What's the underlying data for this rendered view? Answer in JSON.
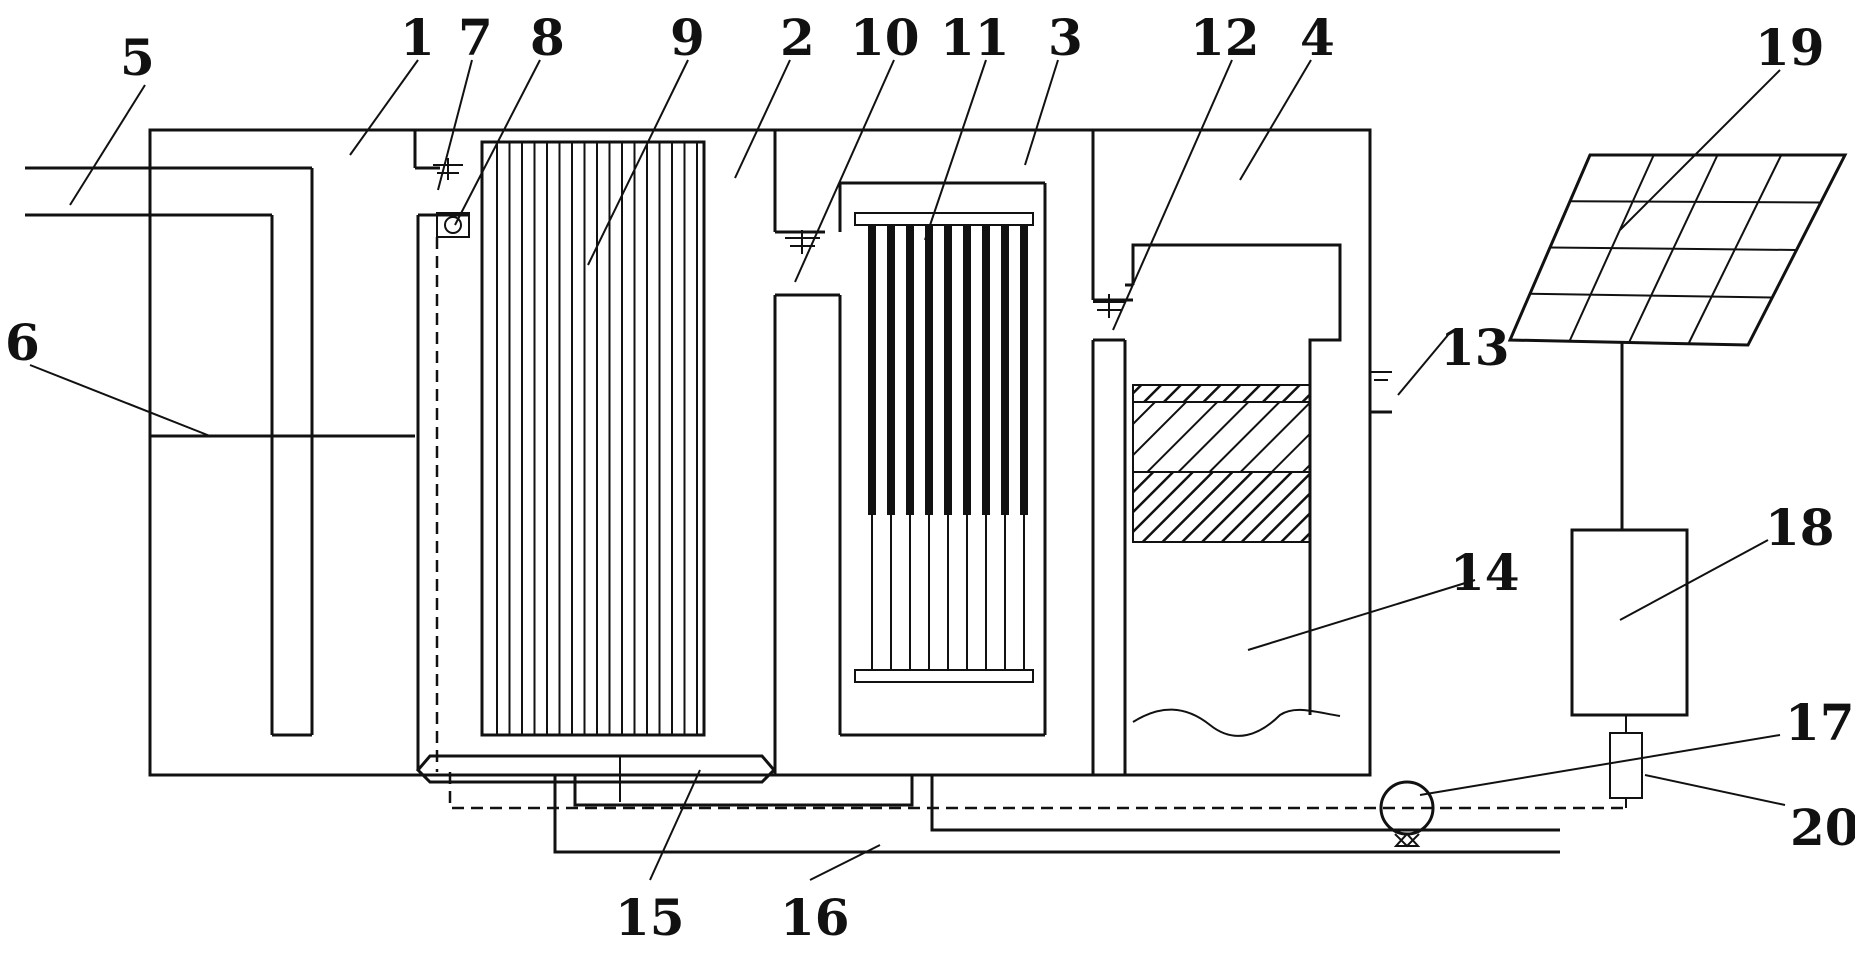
{
  "labels": {
    "n1": "1",
    "n2": "2",
    "n3": "3",
    "n4": "4",
    "n5": "5",
    "n6": "6",
    "n7": "7",
    "n8": "8",
    "n9": "9",
    "n10": "10",
    "n11": "11",
    "n12": "12",
    "n13": "13",
    "n14": "14",
    "n15": "15",
    "n16": "16",
    "n17": "17",
    "n18": "18",
    "n19": "19",
    "n20": "20"
  },
  "colors": {
    "ink": "#111111",
    "background": "#ffffff"
  }
}
